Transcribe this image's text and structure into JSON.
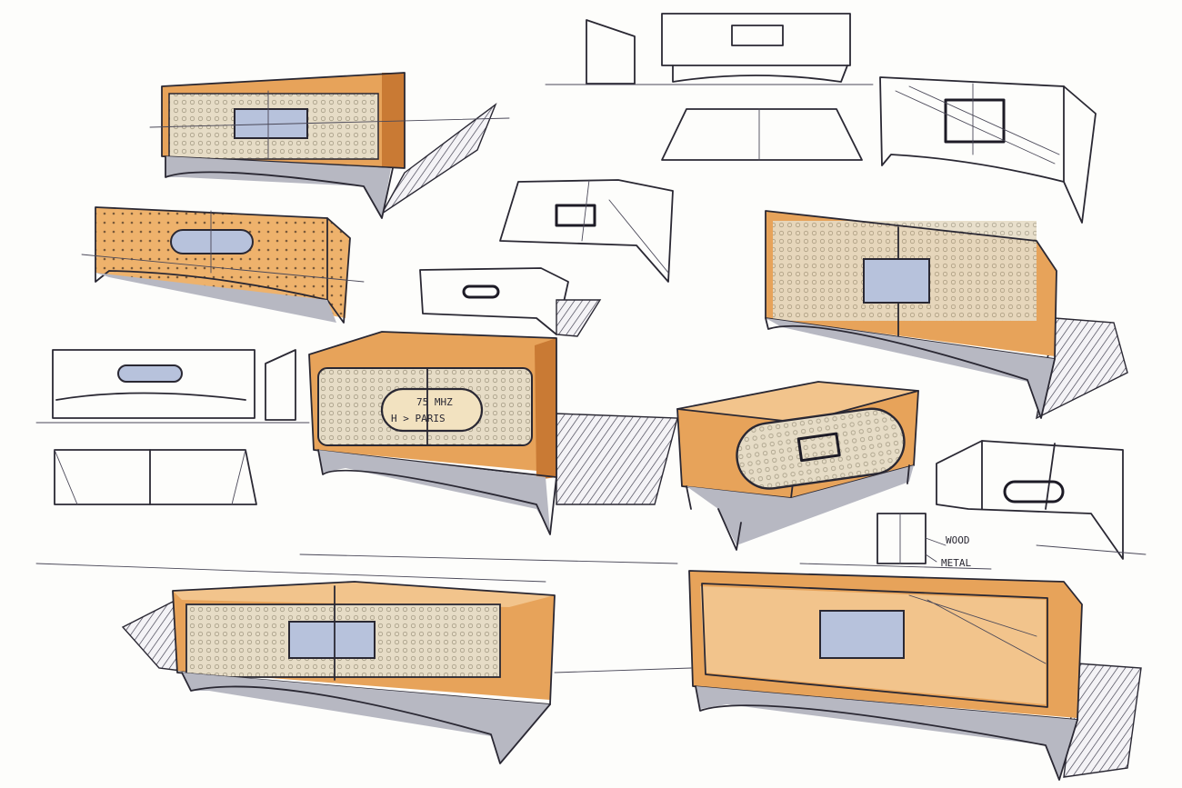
{
  "annotations": {
    "radio_label_1": "75 MHZ",
    "radio_label_2": "H > PARIS",
    "material_wood": "WOOD",
    "material_metal": "METAL"
  },
  "colors": {
    "wood": "#e7a35a",
    "panel": "#e6dcc6",
    "glass": "#b7c2dc",
    "ink": "#2a2833"
  }
}
